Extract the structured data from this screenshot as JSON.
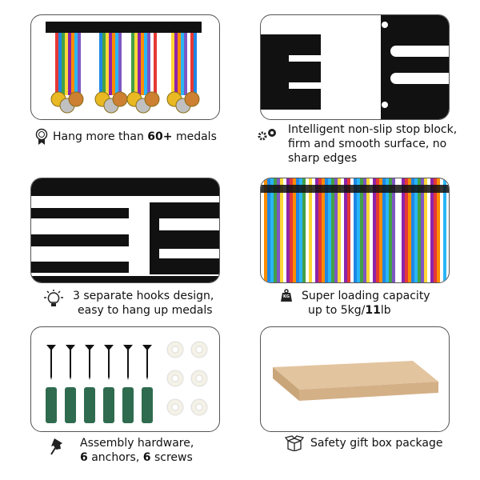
{
  "features": [
    {
      "icon": "medal-icon",
      "text_pre": "Hang more than ",
      "text_bold": "60+",
      "text_post": " medals"
    },
    {
      "icon": "gears-icon",
      "lines": [
        "Intelligent non-slip stop block,",
        "firm and smooth surface, no",
        "sharp edges"
      ]
    },
    {
      "icon": "lightbulb-icon",
      "lines": [
        "3 separate hooks design,",
        "easy to hang up medals"
      ]
    },
    {
      "icon": "weight-icon",
      "icon_label": "KG",
      "line1": "Super loading capacity",
      "line2_pre": "up to 5kg/",
      "line2_bold": "11",
      "line2_post": "lb"
    },
    {
      "icon": "pushpin-icon",
      "line1": "Assembly hardware,",
      "line2_b1": "6",
      "line2_m": " anchors, ",
      "line2_b2": "6",
      "line2_post": " screws"
    },
    {
      "icon": "box-icon",
      "text": "Safety gift box package"
    }
  ]
}
